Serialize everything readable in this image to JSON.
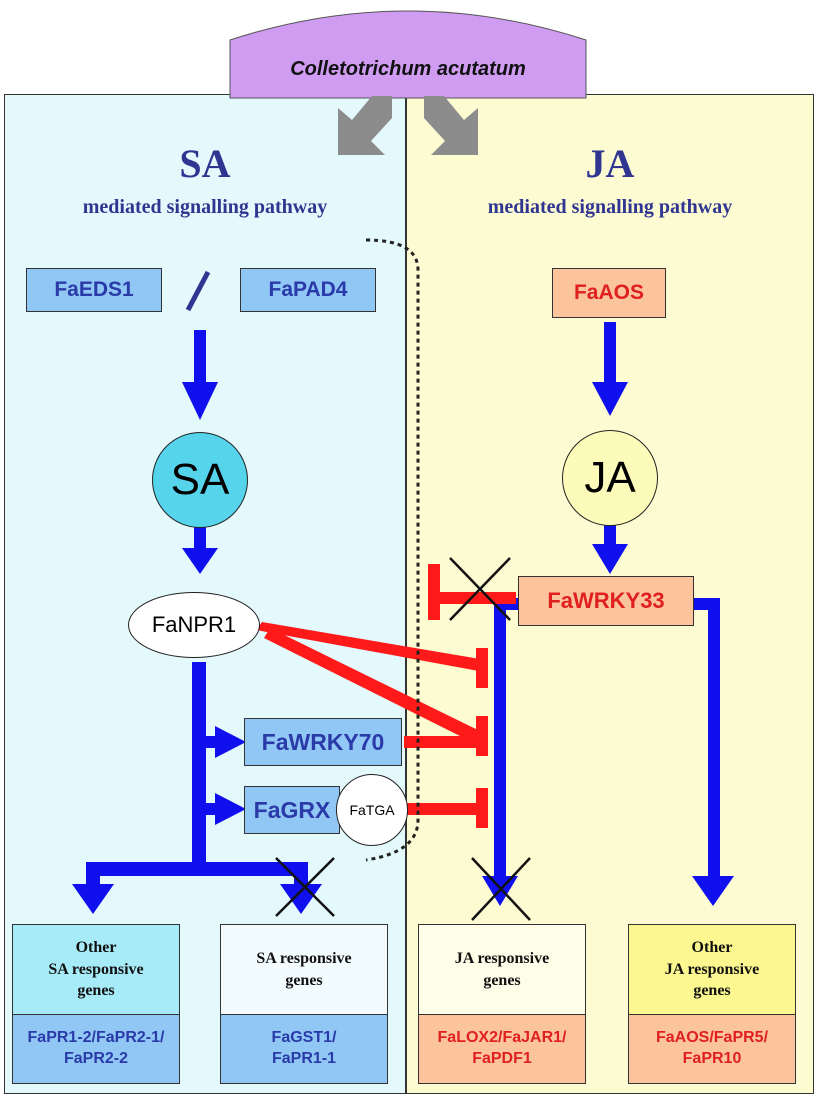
{
  "pathogen": "Colletotrichum acutatum",
  "sa_panel": {
    "title": "SA",
    "subtitle": "mediated signalling pathway",
    "node_eds1": "FaEDS1",
    "node_pad4": "FaPAD4",
    "node_sa": "SA",
    "node_npr1": "FaNPR1",
    "node_wrky70": "FaWRKY70",
    "node_grx": "FaGRX",
    "node_tga": "FaTGA",
    "genes_other": {
      "title": "Other\nSA responsive\ngenes",
      "genes": "FaPR1-2/FaPR2-1/\nFaPR2-2"
    },
    "genes_responsive": {
      "title": "SA responsive\ngenes",
      "genes": "FaGST1/\nFaPR1-1"
    }
  },
  "ja_panel": {
    "title": "JA",
    "subtitle": "mediated signalling pathway",
    "node_aos": "FaAOS",
    "node_ja": "JA",
    "node_wrky33": "FaWRKY33",
    "genes_responsive": {
      "title": "JA responsive\ngenes",
      "genes": "FaLOX2/FaJAR1/\nFaPDF1"
    },
    "genes_other": {
      "title": "Other\nJA responsive\ngenes",
      "genes": "FaAOS/FaPR5/\nFaPR10"
    }
  },
  "colors": {
    "sa_background": "#e4f9fc",
    "ja_background": "#fdfbd2",
    "activation_arrow": "#1010ee",
    "inhibition": "#ff1a1a",
    "pathogen": "#cf9cf2",
    "crosstalk_arrow": "#8c8c8c"
  }
}
